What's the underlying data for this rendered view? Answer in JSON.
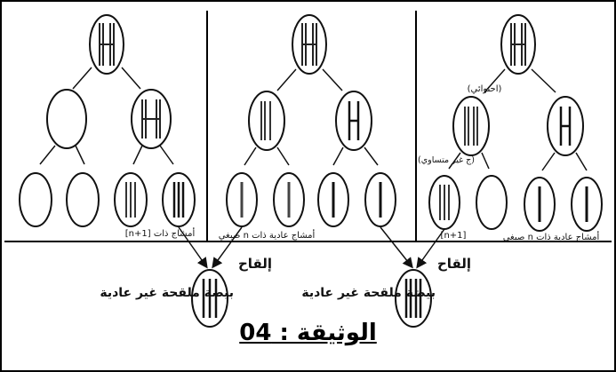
{
  "caption": "الوثيقة : 04",
  "labels": {
    "right_ab": "(احتوائي)",
    "right_nonequal": "(ج غير متساوي)",
    "right_n1": "[n+1]",
    "right_normal": "أمشاج عادية ذات n صبغي",
    "middle_normal": "أمشاج عادية ذات n صبغي",
    "left_n1": "أمشاج ذات [n+1]",
    "fert_left_title": "إلقاح",
    "fert_left_sub": "بيضة ملقحة غير عادية",
    "fert_right_title": "إلقاح",
    "fert_right_sub": "بيضة ملقحة غير عادية"
  }
}
